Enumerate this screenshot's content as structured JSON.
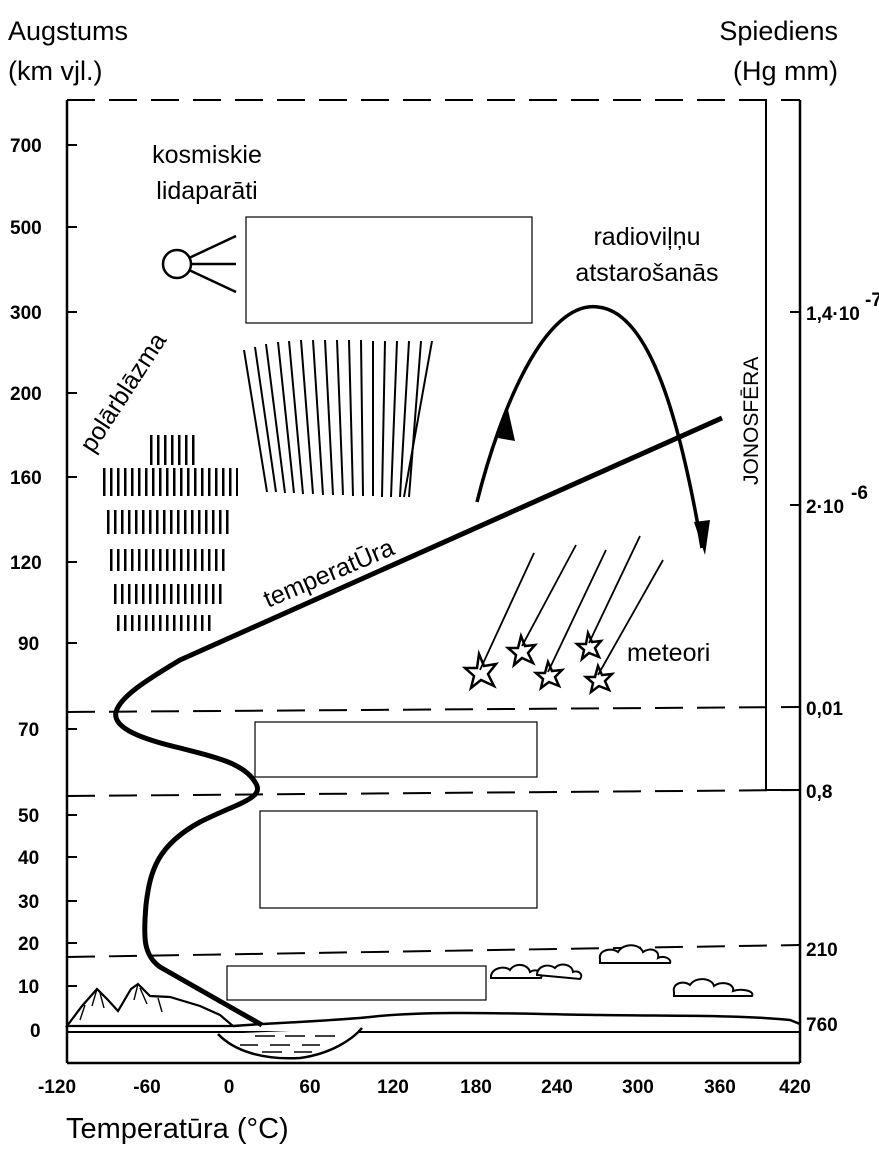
{
  "header": {
    "left_title": "Augstums",
    "left_unit": "(km vjl.)",
    "right_title": "Spiediens",
    "right_unit": "(Hg mm)"
  },
  "left_ticks": [
    "700",
    "500",
    "300",
    "200",
    "160",
    "120",
    "90",
    "70",
    "50",
    "40",
    "30",
    "20",
    "10",
    "0"
  ],
  "right_ticks": [
    "1,4·10",
    "-7",
    "2·10",
    "-6",
    "0,01",
    "0,8",
    "210",
    "760"
  ],
  "bottom_ticks": [
    "-120",
    "-60",
    "0",
    "60",
    "120",
    "180",
    "240",
    "300",
    "360",
    "420"
  ],
  "x_axis_label": "Temperatūra (°C)",
  "labels": {
    "spacecraft_line1": "kosmiskie",
    "spacecraft_line2": "lidaparāti",
    "radio_line1": "radioviļņu",
    "radio_line2": "atstarošanās",
    "ionosphere": "JONOSFĒRA",
    "aurora": "polārblāzma",
    "temperature": "temperatŪra",
    "meteors": "meteori"
  },
  "answer_boxes": [
    "",
    "",
    "",
    ""
  ]
}
